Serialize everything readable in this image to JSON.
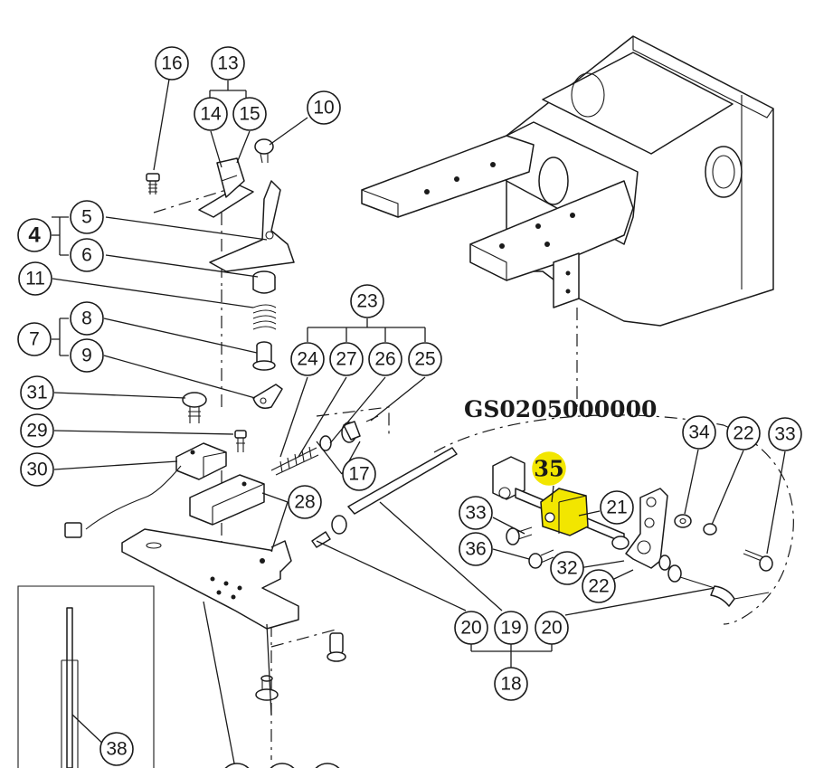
{
  "part_code": "GS0205000000",
  "highlight_color": "#f2e600",
  "callouts": {
    "c16": "16",
    "c13": "13",
    "c14": "14",
    "c15": "15",
    "c10": "10",
    "c4": "4",
    "c5": "5",
    "c6": "6",
    "c11": "11",
    "c7": "7",
    "c8": "8",
    "c9": "9",
    "c31": "31",
    "c29": "29",
    "c30": "30",
    "c23": "23",
    "c24": "24",
    "c27": "27",
    "c26": "26",
    "c25": "25",
    "c17": "17",
    "c28": "28",
    "c35": "35",
    "c21": "21",
    "c34": "34",
    "c22a": "22",
    "c33a": "33",
    "c33b": "33",
    "c36": "36",
    "c32": "32",
    "c22b": "22",
    "c20a": "20",
    "c19": "19",
    "c20b": "20",
    "c18": "18",
    "c38": "38"
  }
}
